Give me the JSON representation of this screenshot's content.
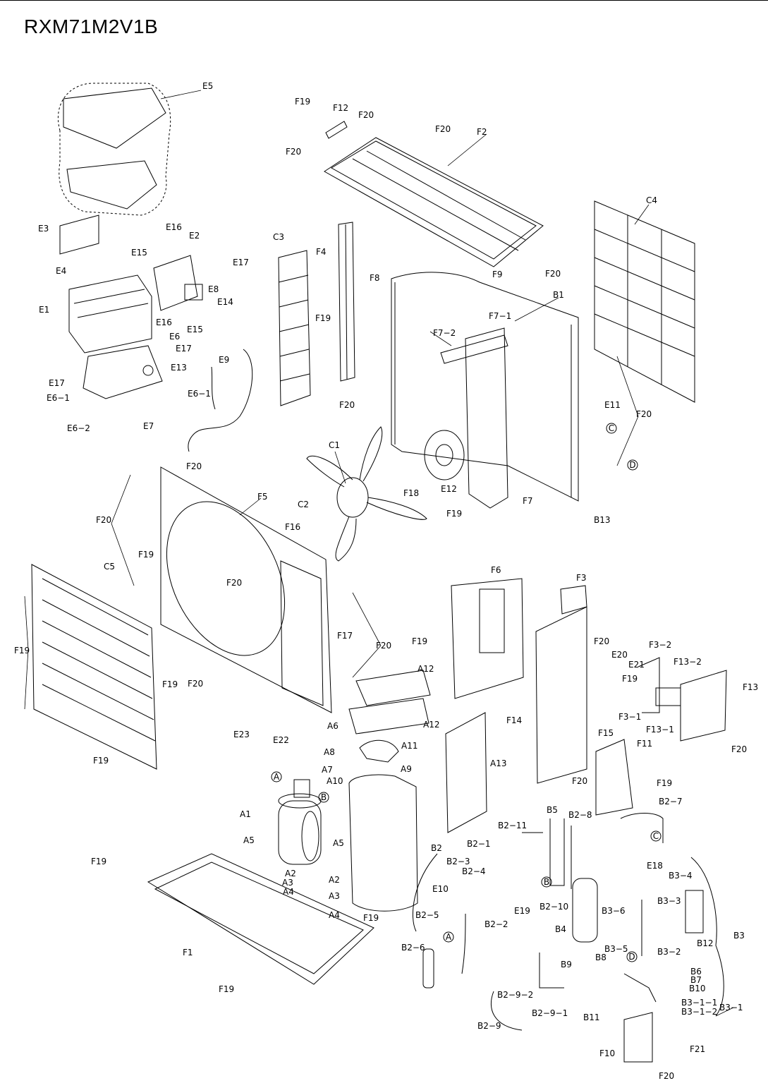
{
  "title": "RXM71M2V1B",
  "colors": {
    "line": "#000000",
    "background": "#ffffff"
  },
  "labels": {
    "E5": "E5",
    "F19": "F19",
    "F12": "F12",
    "F20": "F20",
    "F2": "F2",
    "C4": "C4",
    "E3": "E3",
    "E16": "E16",
    "E2": "E2",
    "C3": "C3",
    "F4": "F4",
    "E15": "E15",
    "E17": "E17",
    "E4": "E4",
    "E8": "E8",
    "E14": "E14",
    "F8": "F8",
    "F9": "F9",
    "B1": "B1",
    "E1": "E1",
    "F7_1": "F7−1",
    "F7_2": "F7−2",
    "E6": "E6",
    "E13": "E13",
    "E9": "E9",
    "E6_1": "E6−1",
    "E7": "E7",
    "E6_2": "E6−2",
    "E11": "E11",
    "C1": "C1",
    "F18": "F18",
    "E12": "E12",
    "F7": "F7",
    "B13": "B13",
    "F5": "F5",
    "C2": "C2",
    "F16": "F16",
    "C5": "C5",
    "F17": "F17",
    "F6": "F6",
    "F3": "F3",
    "E20": "E20",
    "E21": "E21",
    "F3_2": "F3−2",
    "F13_2": "F13−2",
    "F13": "F13",
    "F3_1": "F3−1",
    "F13_1": "F13−1",
    "A12": "A12",
    "F14": "F14",
    "F15": "F15",
    "F11": "F11",
    "A6": "A6",
    "E23": "E23",
    "E22": "E22",
    "A8": "A8",
    "A11": "A11",
    "A13": "A13",
    "A7": "A7",
    "A9": "A9",
    "A10": "A10",
    "A1": "A1",
    "A5": "A5",
    "B5": "B5",
    "B2_8": "B2−8",
    "B2_7": "B2−7",
    "B2_11": "B2−11",
    "B2": "B2",
    "B2_1": "B2−1",
    "E18": "E18",
    "B2_3": "B2−3",
    "B2_4": "B2−4",
    "A2": "A2",
    "A3": "A3",
    "A4": "A4",
    "E10": "E10",
    "B3_4": "B3−4",
    "E19": "E19",
    "B2_10": "B2−10",
    "B2_2": "B2−2",
    "B3_6": "B3−6",
    "B3_3": "B3−3",
    "B2_5": "B2−5",
    "B4": "B4",
    "B12": "B12",
    "B3": "B3",
    "B2_6": "B2−6",
    "F1": "F1",
    "B3_5": "B3−5",
    "B3_2": "B3−2",
    "B8": "B8",
    "B9": "B9",
    "B6": "B6",
    "B7": "B7",
    "B10": "B10",
    "B2_9_2": "B2−9−2",
    "B3_1_1": "B3−1−1",
    "B3_1_2": "B3−1−2",
    "B3_1": "B3−1",
    "B2_9_1": "B2−9−1",
    "B11": "B11",
    "B2_9": "B2−9",
    "F21": "F21",
    "F10": "F10"
  },
  "connectors": {
    "A": "A",
    "B": "B",
    "C": "C",
    "D": "D"
  }
}
